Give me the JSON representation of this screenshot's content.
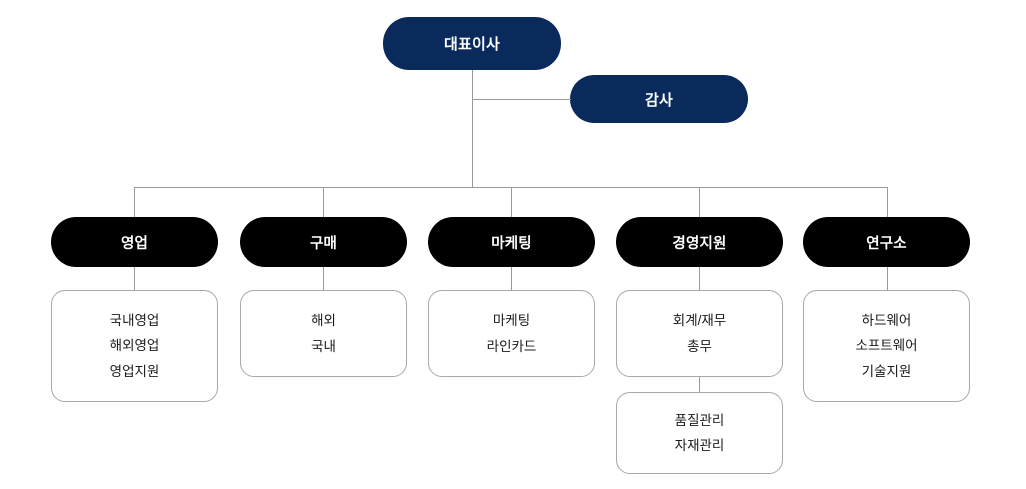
{
  "colors": {
    "executive_navy": "#0b2a5c",
    "department_black": "#000000",
    "connector_gray": "#9a9a9a",
    "sub_border_gray": "#a8a8a8",
    "text_on_dark": "#ffffff",
    "text_dark": "#1a1a1a",
    "background": "#ffffff"
  },
  "executive": {
    "ceo": "대표이사",
    "auditor": "감사"
  },
  "departments": [
    {
      "name": "영업",
      "units": [
        {
          "lines": [
            "국내영업",
            "해외영업",
            "영업지원"
          ]
        }
      ]
    },
    {
      "name": "구매",
      "units": [
        {
          "lines": [
            "해외",
            "국내"
          ]
        }
      ]
    },
    {
      "name": "마케팅",
      "units": [
        {
          "lines": [
            "마케팅",
            "라인카드"
          ]
        }
      ]
    },
    {
      "name": "경영지원",
      "units": [
        {
          "lines": [
            "회계/재무",
            "총무"
          ]
        },
        {
          "lines": [
            "품질관리",
            "자재관리"
          ]
        }
      ]
    },
    {
      "name": "연구소",
      "units": [
        {
          "lines": [
            "하드웨어",
            "소프트웨어",
            "기술지원"
          ]
        }
      ]
    }
  ]
}
